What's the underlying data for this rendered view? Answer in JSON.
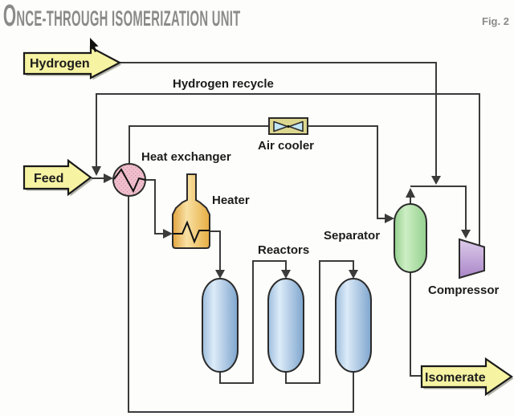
{
  "header": {
    "title_lead": "O",
    "title_rest": "NCE-THROUGH ISOMERIZATION UNIT",
    "figure_label": "Fig. 2"
  },
  "streams": {
    "hydrogen": {
      "label": "Hydrogen"
    },
    "feed": {
      "label": "Feed"
    },
    "isomerate": {
      "label": "Isomerate"
    },
    "hydrogen_recycle": {
      "label": "Hydrogen recycle"
    }
  },
  "equipment": {
    "heat_exchanger": {
      "label": "Heat exchanger"
    },
    "heater": {
      "label": "Heater"
    },
    "air_cooler": {
      "label": "Air cooler"
    },
    "reactors": {
      "label": "Reactors",
      "count": 3
    },
    "separator": {
      "label": "Separator"
    },
    "compressor": {
      "label": "Compressor"
    }
  },
  "colors": {
    "line": "#3b3b3b",
    "outline": "#2b2b2b",
    "label": "#1c1c1c",
    "title_gray": "#8a8a8a",
    "stream_fill": "#f6f3a3",
    "stream_outline": "#1a1a1a",
    "shadow": "#b5b5ac",
    "hx_fill": "#f0c1ce",
    "hx_dot": "#dd9db2",
    "heater_edge": "#e2a43f",
    "heater_light": "#f8e1a4",
    "heater_dark": "#e7ad42",
    "reactor_edge": "#9dbede",
    "reactor_light": "#dcebf8",
    "reactor_dark": "#7ea5ce",
    "separator_edge": "#92cf8c",
    "separator_light": "#cdeec4",
    "separator_dark": "#94d08e",
    "compressor_light": "#dccbea",
    "compressor_dark": "#aa86c8",
    "air_cooler_box": "#dcd78f",
    "air_cooler_fan": "#c2e6f5"
  }
}
